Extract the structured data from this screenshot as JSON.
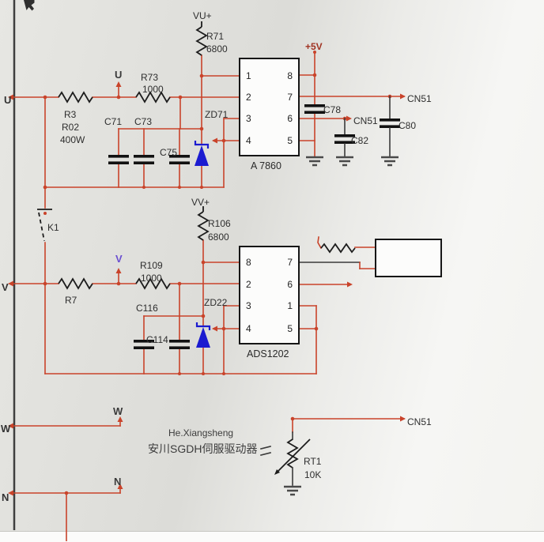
{
  "schematic": {
    "power_labels": {
      "vu_plus": "VU+",
      "vv_plus": "VV+",
      "plus_5v": "+5V"
    },
    "terminals": {
      "u": "U",
      "v": "V",
      "w": "W",
      "n": "N"
    },
    "net_flags": {
      "u": "U",
      "v": "V",
      "w": "W",
      "n": "N"
    },
    "connectors": {
      "cn51_pin7": "CN51",
      "cn51_pin6": "CN51",
      "cn51_rt1": "CN51"
    },
    "components": {
      "r71": {
        "ref": "R71",
        "value": "6800"
      },
      "r73": {
        "ref": "R73",
        "value": "1000"
      },
      "r3": {
        "ref": "R3",
        "value_line1": "R02",
        "value_line2": "400W"
      },
      "c71": {
        "ref": "C71"
      },
      "c73": {
        "ref": "C73"
      },
      "c75": {
        "ref": "C75"
      },
      "zd71": {
        "ref": "ZD71"
      },
      "c78": {
        "ref": "C78"
      },
      "c82": {
        "ref": "C82"
      },
      "c80": {
        "ref": "C80"
      },
      "k1": {
        "ref": "K1"
      },
      "r106": {
        "ref": "R106",
        "value": "6800"
      },
      "r109": {
        "ref": "R109",
        "value": "1000"
      },
      "r7": {
        "ref": "R7"
      },
      "c116": {
        "ref": "C116"
      },
      "c114": {
        "ref": "C114"
      },
      "zd22": {
        "ref": "ZD22"
      },
      "rt1": {
        "ref": "RT1",
        "value": "10K"
      }
    },
    "ics": [
      {
        "name": "A 7860",
        "left_pins": [
          "1",
          "2",
          "3",
          "4"
        ],
        "right_pins": [
          "8",
          "7",
          "6",
          "5"
        ]
      },
      {
        "name": "ADS1202",
        "left_pins": [
          "8",
          "2",
          "3",
          "4"
        ],
        "right_pins": [
          "7",
          "6",
          "1",
          "5"
        ]
      }
    ],
    "annotations": {
      "author": "He.Xiangsheng",
      "device_cn": "安川SGDH伺服驱动器"
    },
    "colors": {
      "wire": "#c9432a",
      "component": "#1c1c1c",
      "zener": "#1b1bd0",
      "net_flag_v": "#6a4fd0",
      "power_text": "#a03322",
      "ground": "#4a4a4a"
    }
  }
}
